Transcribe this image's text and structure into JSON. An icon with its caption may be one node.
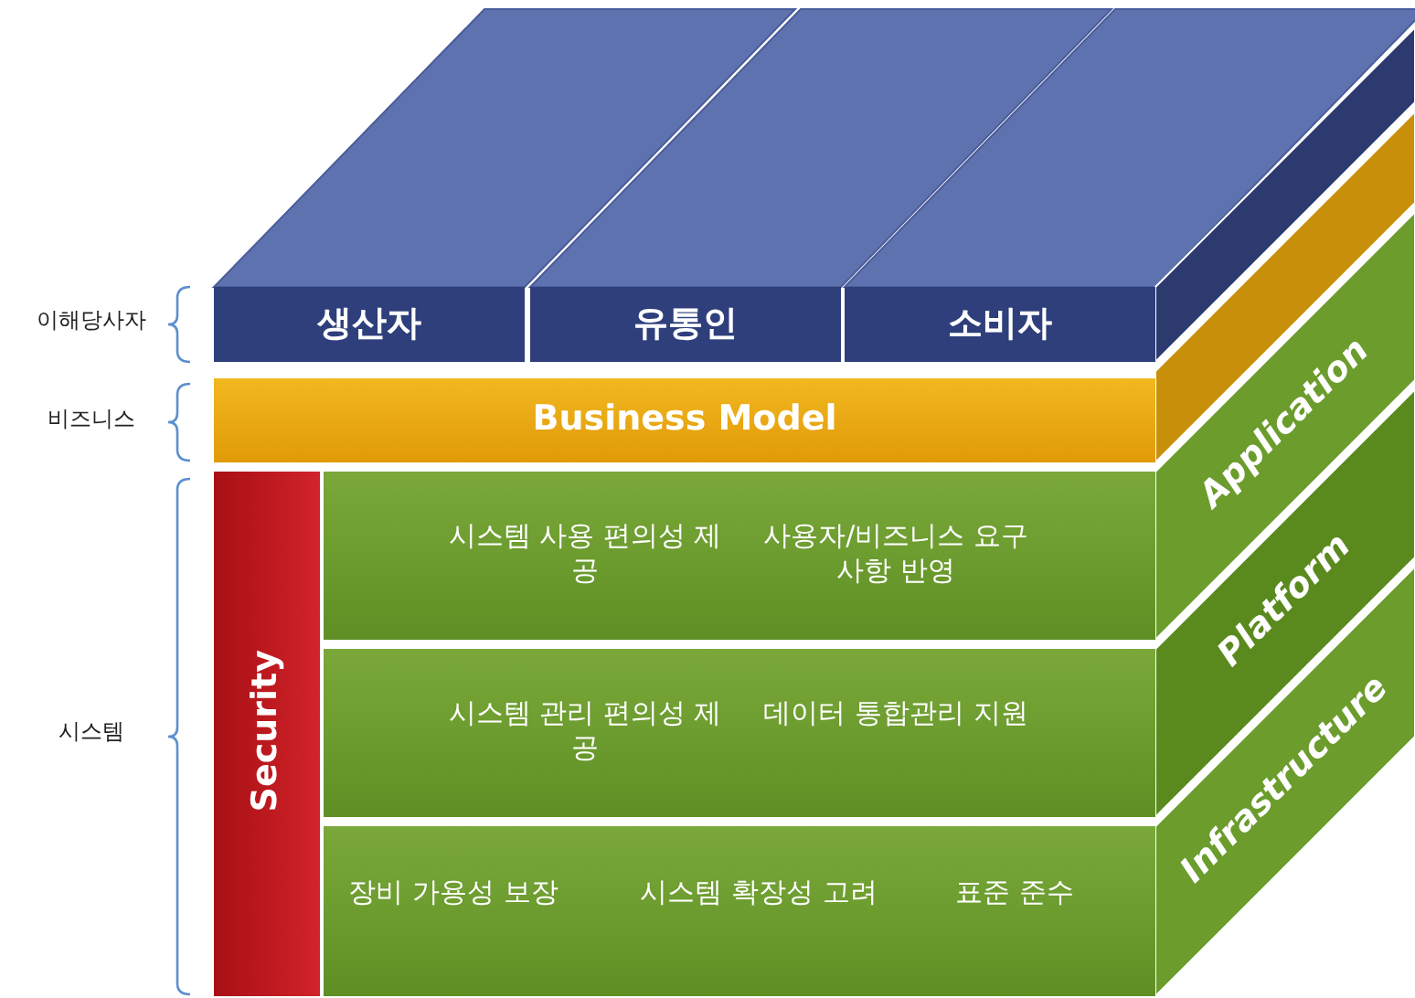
{
  "diagram": {
    "nodes": [
      {
        "text": [
          "생산자"
        ]
      },
      {
        "text": [
          "유통인"
        ]
      },
      {
        "text": [
          "소비자"
        ]
      },
      {
        "text": [
          "Business Model"
        ]
      },
      {
        "text": [
          "Security"
        ]
      },
      {
        "text": [
          "시스템 사용 편의성 제공",
          "사용자/비즈니스 요구사항 반영"
        ]
      },
      {
        "text": [
          "시스템 관리 편의성 제공",
          "데이터 통합관리 지원"
        ]
      },
      {
        "text": [
          "장비 가용성 보장",
          "시스템 확장성 고려",
          "표준 준수"
        ]
      },
      {
        "text": [
          "Application"
        ]
      },
      {
        "text": [
          "Platform"
        ]
      },
      {
        "text": [
          "Infrastructure"
        ]
      }
    ],
    "labels": [
      "이해당사자",
      "비즈니스",
      "시스템"
    ]
  }
}
